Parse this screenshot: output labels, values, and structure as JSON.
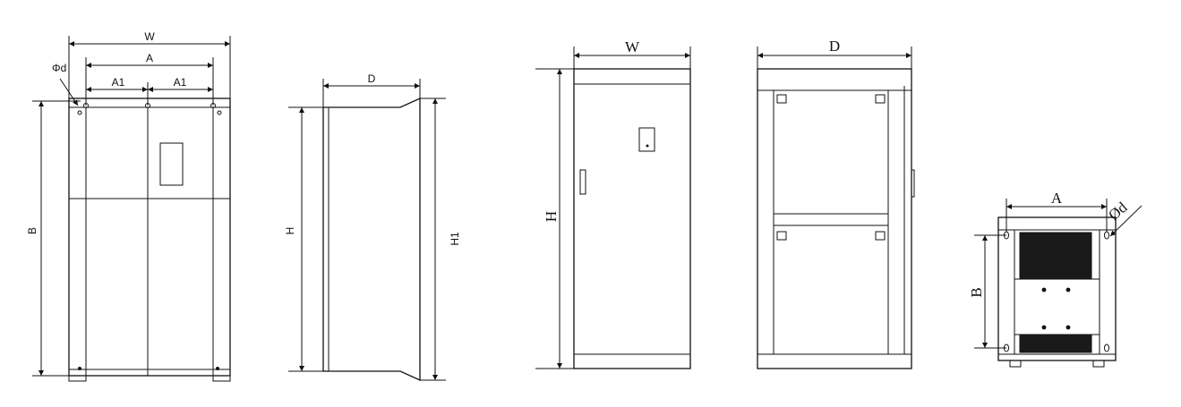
{
  "views": {
    "front_view_1": {
      "width_label": "W",
      "mount_span_label": "A",
      "half_span_left_label": "A1",
      "half_span_right_label": "A1",
      "hole_label": "Φd",
      "height_label": "B"
    },
    "side_view_1": {
      "depth_label": "D",
      "height_label": "H",
      "total_height_label": "H1"
    },
    "front_view_2": {
      "width_label": "W",
      "height_label": "H"
    },
    "side_view_2": {
      "depth_label": "D"
    },
    "base_plan_view": {
      "span_label": "A",
      "hole_label": "Ød",
      "height_label": "B"
    }
  }
}
